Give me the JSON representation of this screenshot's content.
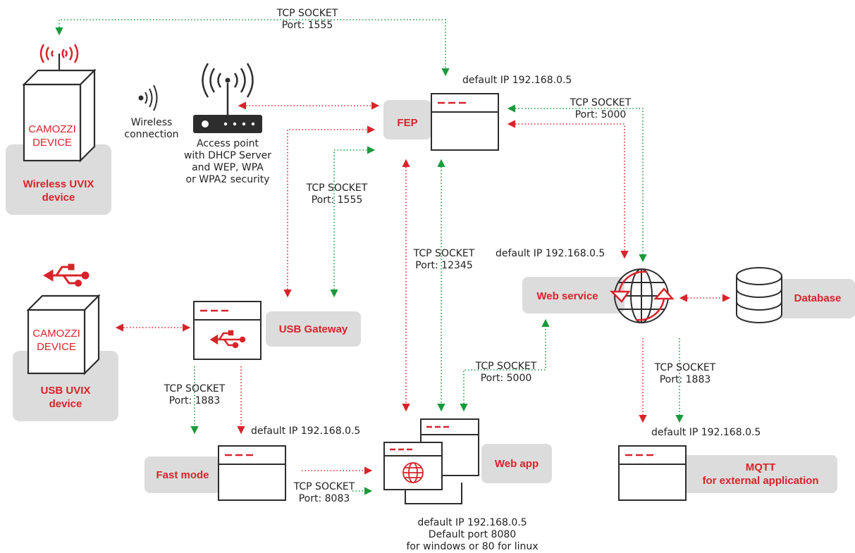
{
  "labels": {
    "tcp_top": "TCP SOCKET\nPort: 1555",
    "fep_ip": "default IP 192.168.0.5",
    "fep": "FEP",
    "tcp_fep_ws": "TCP SOCKET\nPort: 5000",
    "wireless_conn": "Wireless\nconnection",
    "access_point": "Access point\nwith DHCP Server\nand WEP, WPA\nor WPA2 security",
    "tcp_1555_mid": "TCP SOCKET\nPort: 1555",
    "camozzi_1": "CAMOZZI\nDEVICE",
    "wireless_uvix": "Wireless UVIX\ndevice",
    "tcp_12345": "TCP SOCKET\nPort: 12345",
    "ws_ip": "default IP 192.168.0.5",
    "web_service": "Web service",
    "database": "Database",
    "camozzi_2": "CAMOZZI\nDEVICE",
    "usb_uvix": "USB UVIX\ndevice",
    "usb_gateway": "USB Gateway",
    "tcp_1883_left": "TCP SOCKET\nPort: 1883",
    "tcp_5000_webapp": "TCP SOCKET\nPort: 5000",
    "tcp_1883_right": "TCP SOCKET\nPort: 1883",
    "fast_ip": "default IP 192.168.0.5",
    "fast_mode": "Fast mode",
    "tcp_8083": "TCP SOCKET\nPort: 8083",
    "web_app": "Web app",
    "mqtt_ip": "default IP 192.168.0.5",
    "mqtt": "MQTT\nfor external application",
    "webapp_ip": "default IP 192.168.0.5\nDefault port 8080\nfor windows or 80 for linux"
  },
  "colors": {
    "red": "#d8232a",
    "green": "#1a9a3c",
    "gray_box": "#dcdcdc",
    "stroke": "#2d2d2d"
  },
  "icons": [
    "wifi-signal-icon",
    "wireless-waves-icon",
    "access-point-icon",
    "usb-icon",
    "globe-icon",
    "database-icon",
    "window-icon"
  ]
}
